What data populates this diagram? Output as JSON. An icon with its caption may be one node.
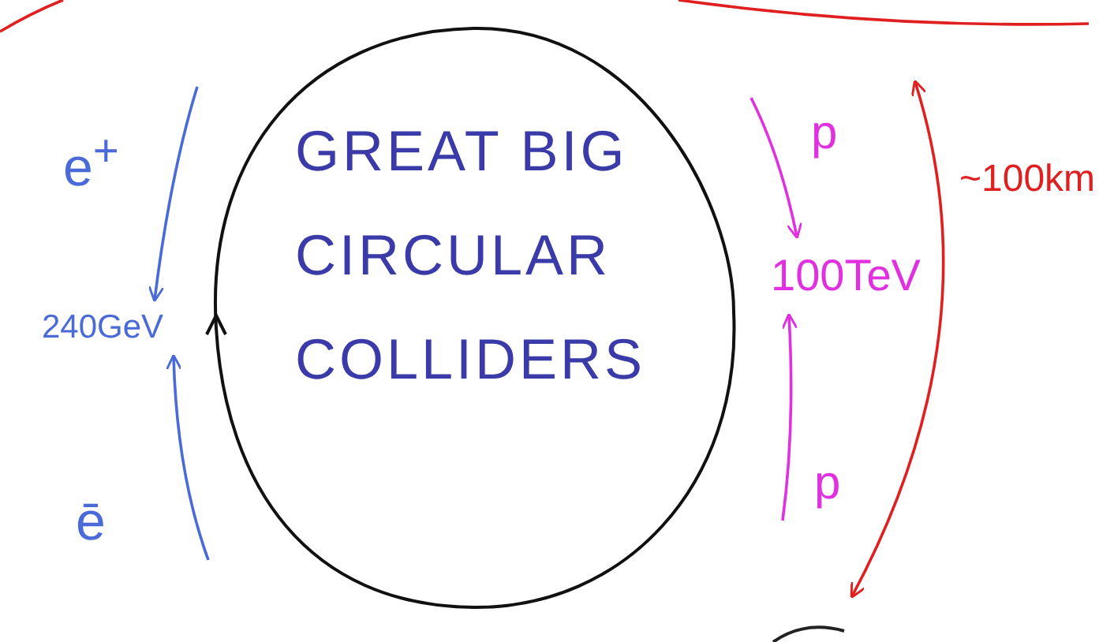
{
  "diagram": {
    "nodes": [
      {
        "text": [
          "GREAT BIG CIRCULAR COLLIDERS"
        ]
      },
      {
        "text": [
          "240GeV"
        ]
      },
      {
        "text": [
          "100TeV"
        ]
      }
    ],
    "edges": [
      {
        "from": null,
        "to": 1,
        "arrow": "to",
        "color": "#4a6ad8"
      },
      {
        "from": null,
        "to": 1,
        "arrow": "to",
        "color": "#4a6ad8"
      },
      {
        "from": null,
        "to": 2,
        "arrow": "to",
        "color": "#e030e0"
      },
      {
        "from": null,
        "to": 2,
        "arrow": "to",
        "color": "#e030e0"
      }
    ],
    "labels": [
      "e$^{+}$",
      "ē",
      "p",
      "p",
      "~100km"
    ]
  }
}
